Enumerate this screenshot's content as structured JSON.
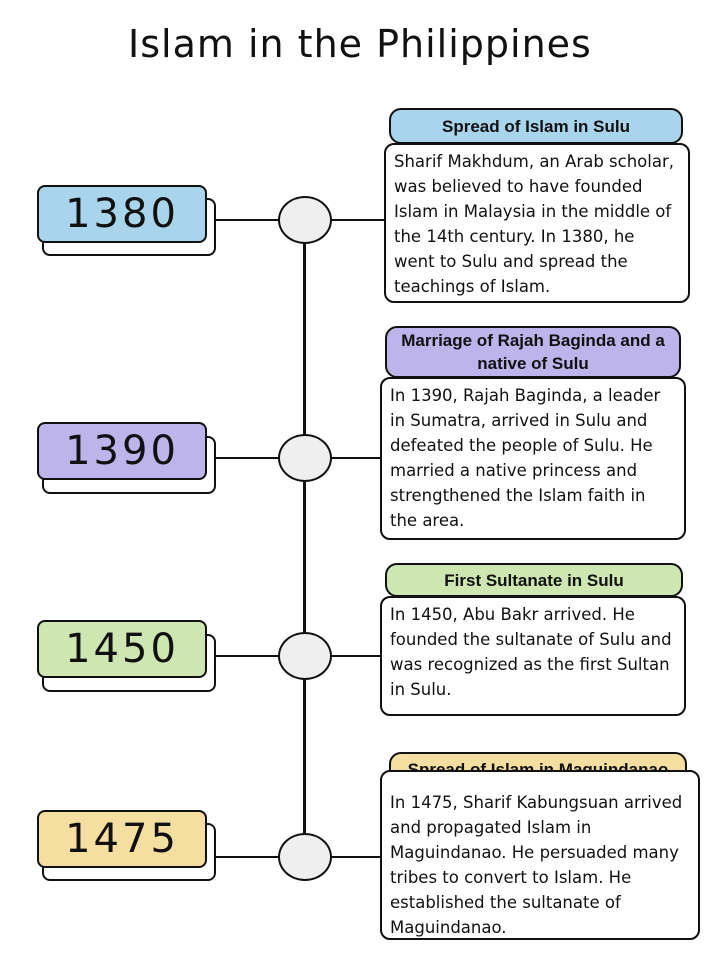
{
  "title": "Islam in the Philippines",
  "colors": {
    "blue": "#a8d4ec",
    "purple": "#bcb4ea",
    "green": "#cde6b2",
    "yellow": "#f4dea0"
  },
  "events": [
    {
      "year": "1380",
      "heading": "Spread of Islam in Sulu",
      "text": "Sharif Makhdum, an Arab scholar, was believed to have founded Islam in Malaysia in the middle of the 14th century. In 1380, he went to Sulu and spread the teachings of Islam."
    },
    {
      "year": "1390",
      "heading": "Marriage of Rajah Baginda and a native of Sulu",
      "text": "In 1390, Rajah Baginda, a leader in Sumatra, arrived in Sulu and defeated the people of Sulu. He married a native princess and strengthened the Islam faith in the area."
    },
    {
      "year": "1450",
      "heading": "First Sultanate in Sulu",
      "text": "In 1450, Abu Bakr arrived. He founded the sultanate of Sulu and was recognized as the first Sultan in Sulu."
    },
    {
      "year": "1475",
      "heading": "Spread of Islam in Maguindanao",
      "text": "In 1475, Sharif Kabungsuan arrived and propagated Islam in Maguindanao. He persuaded many tribes to convert to Islam. He established the sultanate of Maguindanao."
    }
  ]
}
